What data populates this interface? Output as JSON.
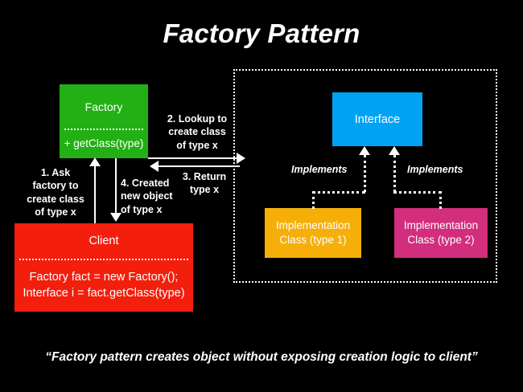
{
  "diagram": {
    "title": "Factory Pattern",
    "caption": "“Factory pattern creates object without exposing creation logic to client”",
    "background_color": "#000000",
    "boxes": {
      "factory": {
        "title": "Factory",
        "members": [
          "+ getClass(type)"
        ],
        "color": "#22B014"
      },
      "client": {
        "title": "Client",
        "members": [
          "Factory fact = new Factory();",
          "Interface i = fact.getClass(type)"
        ],
        "color": "#F41E0C"
      },
      "interface": {
        "title": "Interface",
        "color": "#00A2F3"
      },
      "impl1": {
        "line1": "Implementation",
        "line2": "Class (type 1)",
        "color": "#F5AF08"
      },
      "impl2": {
        "line1": "Implementation",
        "line2": "Class (type 2)",
        "color": "#D32D7E"
      }
    },
    "steps": {
      "step1": "1. Ask\nfactory to\ncreate class\nof type x",
      "step1_lines": [
        "1. Ask",
        "factory to",
        "create class",
        "of type x"
      ],
      "step2_lines": [
        "2. Lookup to",
        "create class",
        "of type x"
      ],
      "step3_lines": [
        "3. Return",
        "type x"
      ],
      "step4_lines": [
        "4. Created",
        "new object",
        "of type x"
      ]
    },
    "edges": {
      "implements_left": "Implements",
      "implements_right": "Implements"
    }
  }
}
